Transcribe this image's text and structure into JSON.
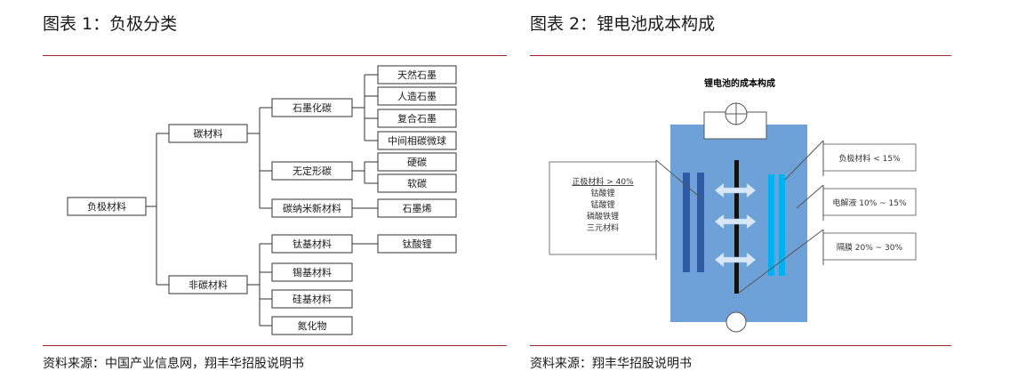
{
  "left_panel": {
    "title": "图表 1：负极分类",
    "source": "资料来源：中国产业信息网，翔丰华招股说明书",
    "tree": {
      "root": "负极材料",
      "carbon": "碳材料",
      "graphitized": "石墨化碳",
      "natural": "天然石墨",
      "artificial": "人造石墨",
      "composite": "复合石墨",
      "mcmb": "中间相碳微球",
      "amorphous": "无定形碳",
      "hard": "硬碳",
      "soft": "软碳",
      "nano": "碳纳米新材料",
      "graphene": "石墨烯",
      "noncarbon": "非碳材料",
      "titanium": "钛基材料",
      "lto": "钛酸锂",
      "tin": "锡基材料",
      "silicon": "硅基材料",
      "nitride": "氮化物"
    }
  },
  "right_panel": {
    "title": "图表 2：锂电池成本构成",
    "source": "资料来源：翔丰华招股说明书",
    "diagram": {
      "caption": "锂电池的成本构成",
      "cathode_lines": [
        "正极材料 > 40%",
        "钴酸锂",
        "锰酸锂",
        "磷酸铁锂",
        "三元材料"
      ],
      "anode": "负极材料 < 15%",
      "electrolyte": "电解液 10% ~ 15%",
      "separator": "隔膜 20% ~ 30%"
    },
    "colors": {
      "cell_fill": "#6ea1d8",
      "cathode_plate": "#2f5aa6",
      "anode_plate": "#00b0f0",
      "separator_line": "#111111"
    }
  },
  "colors": {
    "rule": "#9b2a2a"
  }
}
